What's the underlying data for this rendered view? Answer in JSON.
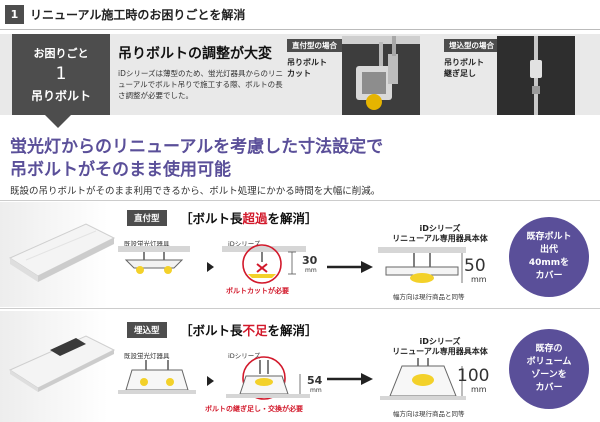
{
  "header": {
    "number": "1",
    "title": "リニューアル施工時のお困りごとを解消"
  },
  "problem": {
    "box_line1": "お困りごと",
    "box_number": "1",
    "box_line3": "吊りボルト",
    "title": "吊りボルトの調整が大変",
    "text": "iDシリーズは薄型のため、蛍光灯器具からのリニューアルでボルト吊りで施工する際、ボルトの長さ調整が必要でした。",
    "direct_tag": "直付型の場合",
    "direct_caption_1": "吊りボルト",
    "direct_caption_2": "カット",
    "recessed_tag": "埋込型の場合",
    "recessed_caption_1": "吊りボルト",
    "recessed_caption_2": "継ぎ足し"
  },
  "headline": {
    "line1": "蛍光灯からのリニューアルを考慮した寸法設定で",
    "line2": "吊ボルトがそのまま使用可能",
    "subtext": "既設の吊りボルトがそのまま利用できるから、ボルト処理にかかる時間を大幅に削減。"
  },
  "rows": [
    {
      "tag": "直付型",
      "title_pre": "［ボルト長",
      "title_em": "超過",
      "title_post": "を解消］",
      "label_existing": "既設蛍光灯器具",
      "label_id": "iDシリーズ",
      "id_line1": "iDシリーズ",
      "id_line2": "リニューアル専用器具本体",
      "dim_small": "30",
      "dim_small_unit": "mm",
      "dim_large": "50",
      "dim_large_unit": "mm",
      "warning": "ボルトカットが必要",
      "note": "幅方向は現行商品と同等",
      "circle_lines": [
        "既存ボルト",
        "出代",
        "40mmを",
        "カバー"
      ]
    },
    {
      "tag": "埋込型",
      "title_pre": "［ボルト長",
      "title_em": "不足",
      "title_post": "を解消］",
      "label_existing": "既設蛍光灯器具",
      "label_id": "iDシリーズ",
      "id_line1": "iDシリーズ",
      "id_line2": "リニューアル専用器具本体",
      "dim_small": "54",
      "dim_small_unit": "mm",
      "dim_large": "100",
      "dim_large_unit": "mm",
      "warning": "ボルトの継ぎ足し・交換が必要",
      "note": "幅方向は現行商品と同等",
      "circle_lines": [
        "既存の",
        "ボリューム",
        "ゾーンを",
        "カバー"
      ]
    }
  ],
  "colors": {
    "accent": "#5a4f99",
    "warning": "#d2192b",
    "dark": "#4d4d4d",
    "lamp": "#f3d12a"
  }
}
